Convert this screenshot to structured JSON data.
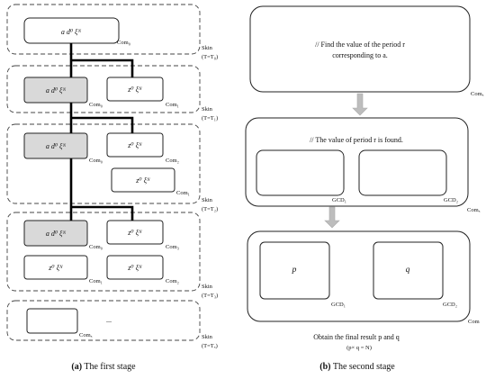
{
  "panel_a": {
    "skin_label": "Skin",
    "blocks": [
      {
        "time": "(T=T₀)",
        "boxes": [
          {
            "text": "a d⁰ ξᴺ",
            "com": "Com₀"
          }
        ]
      },
      {
        "time": "(T=T₁)",
        "boxes": [
          {
            "text": "a d⁰ ξᴺ",
            "com": "Com₀"
          },
          {
            "text": "z⁰ ξᴺ",
            "com": "Com₁"
          }
        ]
      },
      {
        "time": "(T=T₂)",
        "boxes": [
          {
            "text": "a d⁰ ξᴺ",
            "com": "Com₀"
          },
          {
            "text": "z⁰ ξᴺ",
            "com": "Com₂"
          },
          {
            "text": "z⁰ ξᴺ",
            "com": "Com₁"
          }
        ]
      },
      {
        "time": "(T=T₃)",
        "boxes": [
          {
            "text": "a d⁰ ξᴺ",
            "com": "Com₀"
          },
          {
            "text": "z⁰ ξᴺ",
            "com": "Com₃"
          },
          {
            "text": "z⁰ ξᴺ",
            "com": "Com₁"
          },
          {
            "text": "z⁰ ξᴺ",
            "com": "Com₂"
          }
        ]
      },
      {
        "time": "(T=Tₓ)",
        "boxes": [
          {
            "text": "",
            "com": "Comₓ"
          }
        ],
        "ellipsis": "..."
      }
    ],
    "caption_bold": "(a)",
    "caption_text": " The first stage"
  },
  "panel_b": {
    "top_box": {
      "line1": "// Find the value of the period r",
      "line2": "corresponding to a.",
      "com": "Comₓ"
    },
    "mid_box": {
      "text": "// The value of period r is found.",
      "gcd_left": "GCD₁",
      "gcd_right": "GCD₂",
      "com": "Comₓ"
    },
    "bottom_box": {
      "p": "p",
      "q": "q",
      "gcd_left": "GCD₁",
      "gcd_right": "GCD₂",
      "com": "Com"
    },
    "result_line1": "Obtain the final result p and q",
    "result_line2": "(p× q = N)",
    "caption_bold": "(b)",
    "caption_text": " The second stage"
  }
}
